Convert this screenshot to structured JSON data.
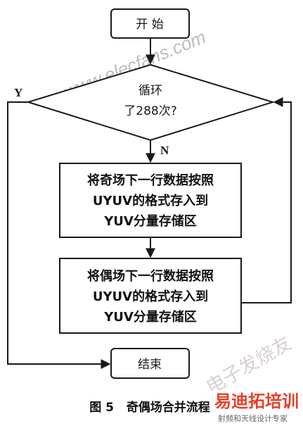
{
  "flowchart": {
    "start": "开 始",
    "decision_line1": "循环",
    "decision_line2": "了288次?",
    "yes_label": "Y",
    "no_label": "N",
    "process1": [
      "将奇场下一行数据按照",
      "UYUV的格式存入到",
      "YUV分量存储区"
    ],
    "process2": [
      "将偶场下一行数据按照",
      "UYUV的格式存入到",
      "YUV分量存储区"
    ],
    "end": "结束"
  },
  "caption": "图 5   奇偶场合并流程",
  "watermarks": {
    "site": "www.elecfans.com",
    "cn": "电子发烧友",
    "logo_main": "易迪拓培训",
    "logo_sub": "射频和天线设计专家"
  },
  "colors": {
    "line": "#1a1a1a",
    "watermark": "#bcbcbc",
    "logo": "#e8402a"
  }
}
